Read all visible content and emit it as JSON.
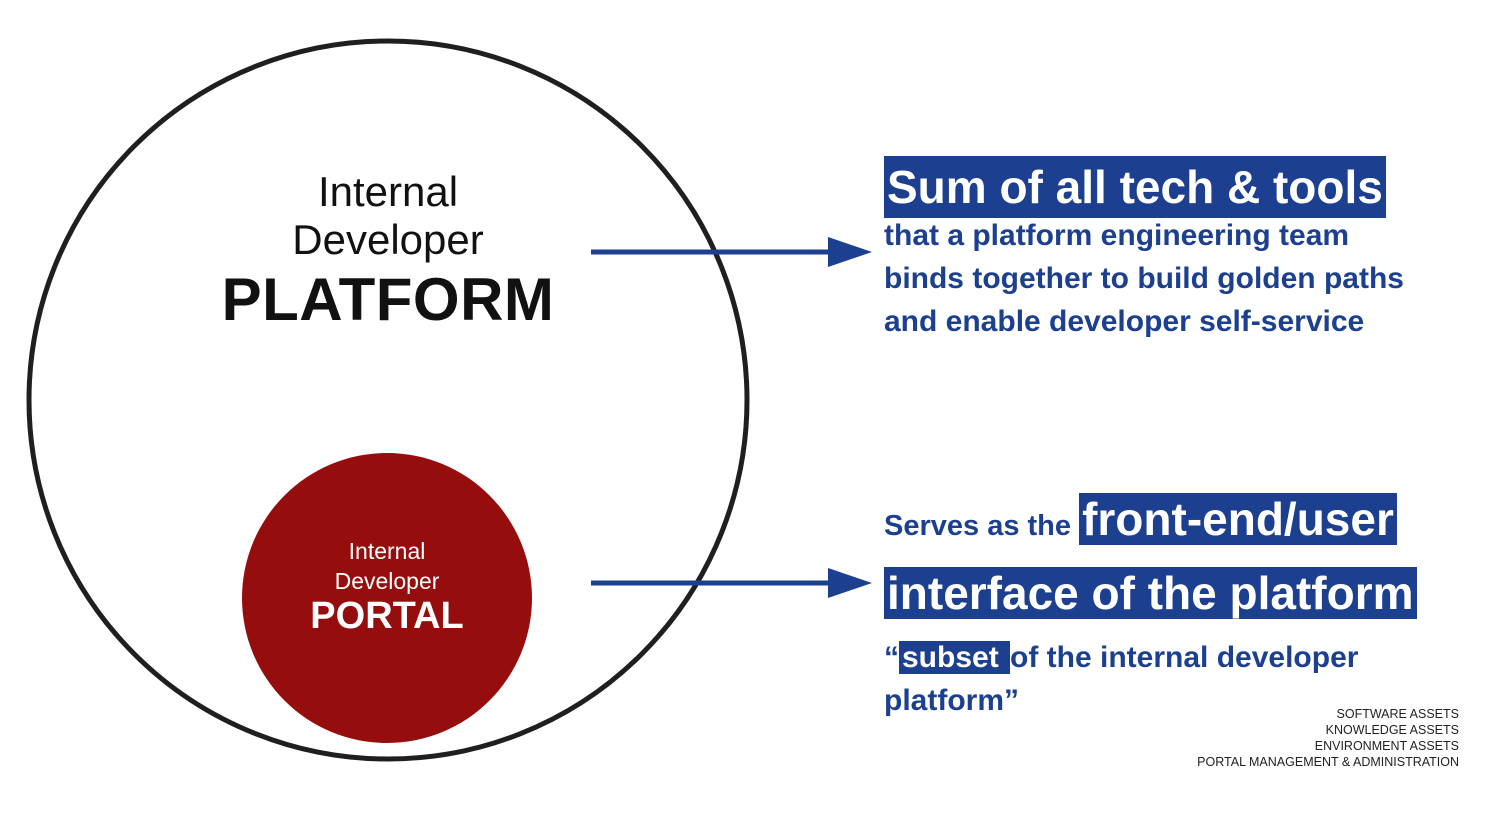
{
  "colors": {
    "outline": "#1f1f1f",
    "portal_fill": "#960d0d",
    "accent_blue": "#1c3f8f",
    "text_dark": "#111111"
  },
  "platform": {
    "line1": "Internal",
    "line2": "Developer",
    "line3": "PLATFORM"
  },
  "portal": {
    "line1": "Internal",
    "line2": "Developer",
    "line3": "PORTAL"
  },
  "platform_description": {
    "headline": "Sum of all tech & tools",
    "body_line1": "that a platform engineering team",
    "body_line2": "binds together to build golden paths",
    "body_line3": "and enable developer self-service"
  },
  "portal_description": {
    "intro": "Serves as the ",
    "headline_part1": "front-end/user",
    "headline_part2": "interface of the platform",
    "quote_open": "“",
    "quote_highlight": "subset ",
    "quote_rest": "of the internal developer",
    "quote_end": "platform”"
  },
  "assets": [
    "SOFTWARE ASSETS",
    "KNOWLEDGE ASSETS",
    "ENVIRONMENT ASSETS",
    "PORTAL MANAGEMENT & ADMINISTRATION"
  ]
}
